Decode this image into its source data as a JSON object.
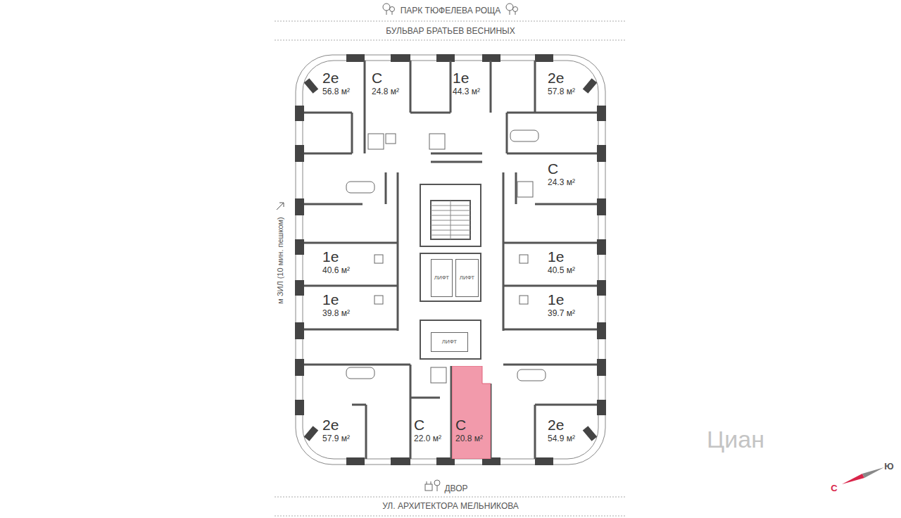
{
  "diagram": {
    "nodes": [
      {
        "text": [
          "2е",
          "56.8 м²"
        ]
      },
      {
        "text": [
          "С",
          "24.8 м²"
        ]
      },
      {
        "text": [
          "1е",
          "44.3 м²"
        ]
      },
      {
        "text": [
          "2е",
          "57.8 м²"
        ]
      },
      {
        "text": [
          "С",
          "24.3 м²"
        ]
      },
      {
        "text": [
          "1е",
          "40.6 м²"
        ]
      },
      {
        "text": [
          "ЛИФТ"
        ]
      },
      {
        "text": [
          "ЛИФТ"
        ]
      },
      {
        "text": [
          "1е",
          "40.5 м²"
        ]
      },
      {
        "text": [
          "1е",
          "39.8 м²"
        ]
      },
      {
        "text": [
          "1е",
          "39.7 м²"
        ]
      },
      {
        "text": [
          "ЛИФТ"
        ]
      },
      {
        "text": [
          "2е",
          "57.9 м²"
        ]
      },
      {
        "text": [
          "С",
          "22.0 м²"
        ]
      },
      {
        "text": [
          "С",
          "20.8 м²"
        ]
      },
      {
        "text": [
          "2е",
          "54.9 м²"
        ]
      }
    ],
    "labels": [
      "ПАРК ТЮФЕЛЕВА РОЩА",
      "БУЛЬВАР БРАТЬЕВ ВЕСНИНЫХ",
      "м ЗИЛ (10 мин. пешком)",
      "ДВОР",
      "УЛ. АРХИТЕКТОРА МЕЛЬНИКОВА",
      "С",
      "Ю",
      "Циан"
    ]
  }
}
